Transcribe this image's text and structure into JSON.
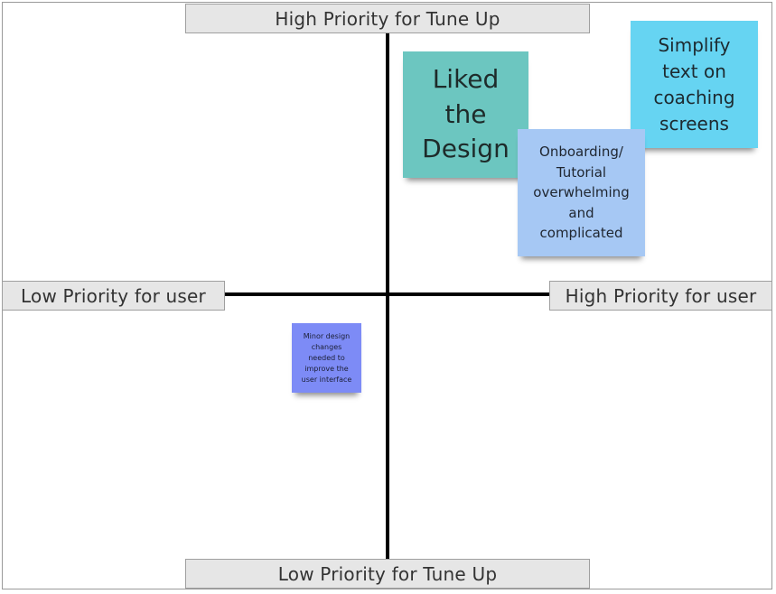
{
  "axes": {
    "top": "High Priority for Tune Up",
    "bottom": "Low Priority for Tune Up",
    "left": "Low Priority for user",
    "right": "High Priority for user"
  },
  "notes": {
    "liked": "Liked\nthe\nDesign",
    "simplify": "Simplify\ntext on\ncoaching\nscreens",
    "onboarding": "Onboarding/\nTutorial\noverwhelming\nand\ncomplicated",
    "minor": "Minor design\nchanges\nneeded to\nimprove the\nuser interface"
  },
  "colors": {
    "liked": "#6cc6c0",
    "simplify": "#66d4f2",
    "onboarding": "#a6c8f4",
    "minor": "#7d8bf6",
    "label_bg": "#e6e6e6",
    "axis": "#000000"
  }
}
